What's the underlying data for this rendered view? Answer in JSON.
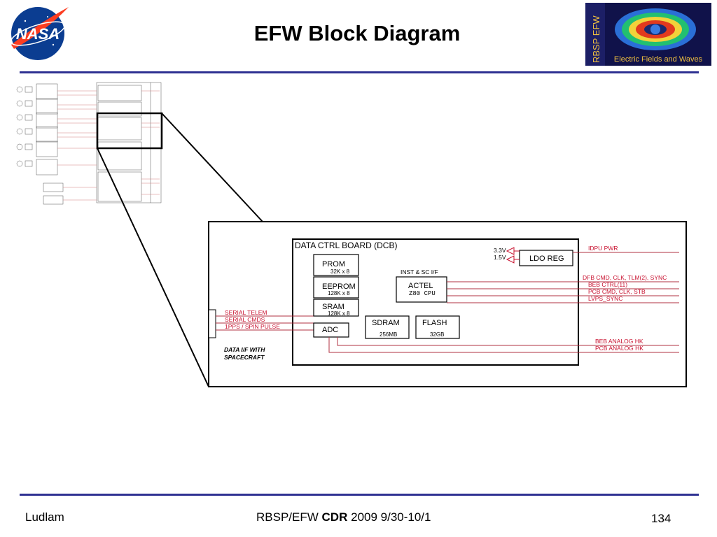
{
  "header": {
    "title": "EFW Block Diagram",
    "nasa_logo_text": "NASA",
    "rbsp_logo_text": "RBSP EFW",
    "rbsp_logo_subtitle": "Electric Fields and Waves"
  },
  "diagram": {
    "board_title": "DATA CTRL BOARD (DCB)",
    "blocks": {
      "prom": {
        "label": "PROM",
        "size": "32K x 8"
      },
      "eeprom": {
        "label": "EEPROM",
        "size": "128K x 8"
      },
      "sram": {
        "label": "SRAM",
        "size": "128K x 8"
      },
      "adc": {
        "label": "ADC"
      },
      "sdram": {
        "label": "SDRAM",
        "size": "256MB"
      },
      "flash": {
        "label": "FLASH",
        "size": "32GB"
      },
      "actel": {
        "label": "ACTEL",
        "sublabel": "Z80 CPU"
      },
      "ldo_reg": {
        "label": "LDO REG"
      }
    },
    "labels": {
      "v33": "3.3V",
      "v15": "1.5V",
      "inst_sc_if": "INST & SC I/F",
      "data_if": "DATA I/F WITH",
      "data_if_line2": "SPACECRAFT"
    },
    "left_signals": [
      "SERIAL TELEM",
      "SERIAL CMDS",
      "1PPS / SPIN PULSE"
    ],
    "right_signals": {
      "idpu_pwr": "IDPU PWR",
      "dfb_cmd": "DFB CMD, CLK, TLM(2), SYNC",
      "beb_ctrl": "BEB CTRL(11)",
      "pcb_cmd": "PCB CMD, CLK, STB",
      "lvps_sync": "LVPS_SYNC",
      "beb_analog": "BEB ANALOG HK",
      "pcb_analog": "PCB ANALOG HK"
    }
  },
  "footer": {
    "author": "Ludlam",
    "event_prefix": "RBSP/EFW",
    "event_bold": "CDR",
    "event_suffix": "2009 9/30-10/1",
    "page_number": "134"
  },
  "colors": {
    "rule": "#2e3192",
    "signal_red": "#c8102e",
    "signal_line": "#b03040"
  }
}
